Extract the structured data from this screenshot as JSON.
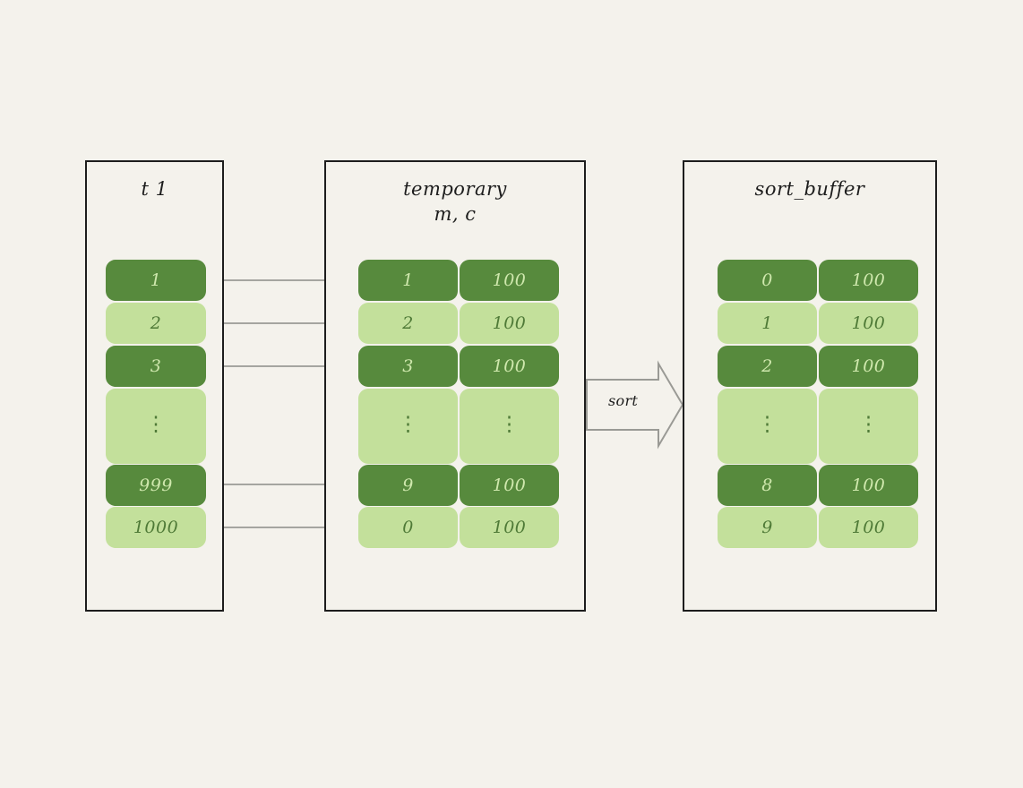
{
  "background_color": "#f4f2ec",
  "colors": {
    "dark_green": "#578a3d",
    "light_green": "#c3e09b",
    "panel_border": "#1d1d1d",
    "connector": "#9a9a95",
    "dark_text": "#cfe8ad",
    "light_text": "#4f7a37"
  },
  "panels": {
    "source": {
      "title": "t 1",
      "columns": 1,
      "rows": [
        {
          "shade": "dark",
          "cells": [
            "1"
          ]
        },
        {
          "shade": "light",
          "cells": [
            "2"
          ]
        },
        {
          "shade": "dark",
          "cells": [
            "3"
          ]
        },
        {
          "shade": "light",
          "cells": [
            "⋮"
          ],
          "ellipsis": true
        },
        {
          "shade": "dark",
          "cells": [
            "999"
          ]
        },
        {
          "shade": "light",
          "cells": [
            "1000"
          ]
        }
      ]
    },
    "temporary": {
      "title": "temporary\nm, c",
      "columns": 2,
      "rows": [
        {
          "shade": "dark",
          "cells": [
            "1",
            "100"
          ]
        },
        {
          "shade": "light",
          "cells": [
            "2",
            "100"
          ]
        },
        {
          "shade": "dark",
          "cells": [
            "3",
            "100"
          ]
        },
        {
          "shade": "light",
          "cells": [
            "⋮",
            "⋮"
          ],
          "ellipsis": true
        },
        {
          "shade": "dark",
          "cells": [
            "9",
            "100"
          ]
        },
        {
          "shade": "light",
          "cells": [
            "0",
            "100"
          ]
        }
      ]
    },
    "sort_buffer": {
      "title": "sort_buffer",
      "columns": 2,
      "rows": [
        {
          "shade": "dark",
          "cells": [
            "0",
            "100"
          ]
        },
        {
          "shade": "light",
          "cells": [
            "1",
            "100"
          ]
        },
        {
          "shade": "dark",
          "cells": [
            "2",
            "100"
          ]
        },
        {
          "shade": "light",
          "cells": [
            "⋮",
            "⋮"
          ],
          "ellipsis": true
        },
        {
          "shade": "dark",
          "cells": [
            "8",
            "100"
          ]
        },
        {
          "shade": "light",
          "cells": [
            "9",
            "100"
          ]
        }
      ]
    }
  },
  "sort_arrow": {
    "label": "sort"
  },
  "connector_arrows": {
    "count": 5,
    "description": "row-to-row arrows from t 1 to temporary"
  }
}
